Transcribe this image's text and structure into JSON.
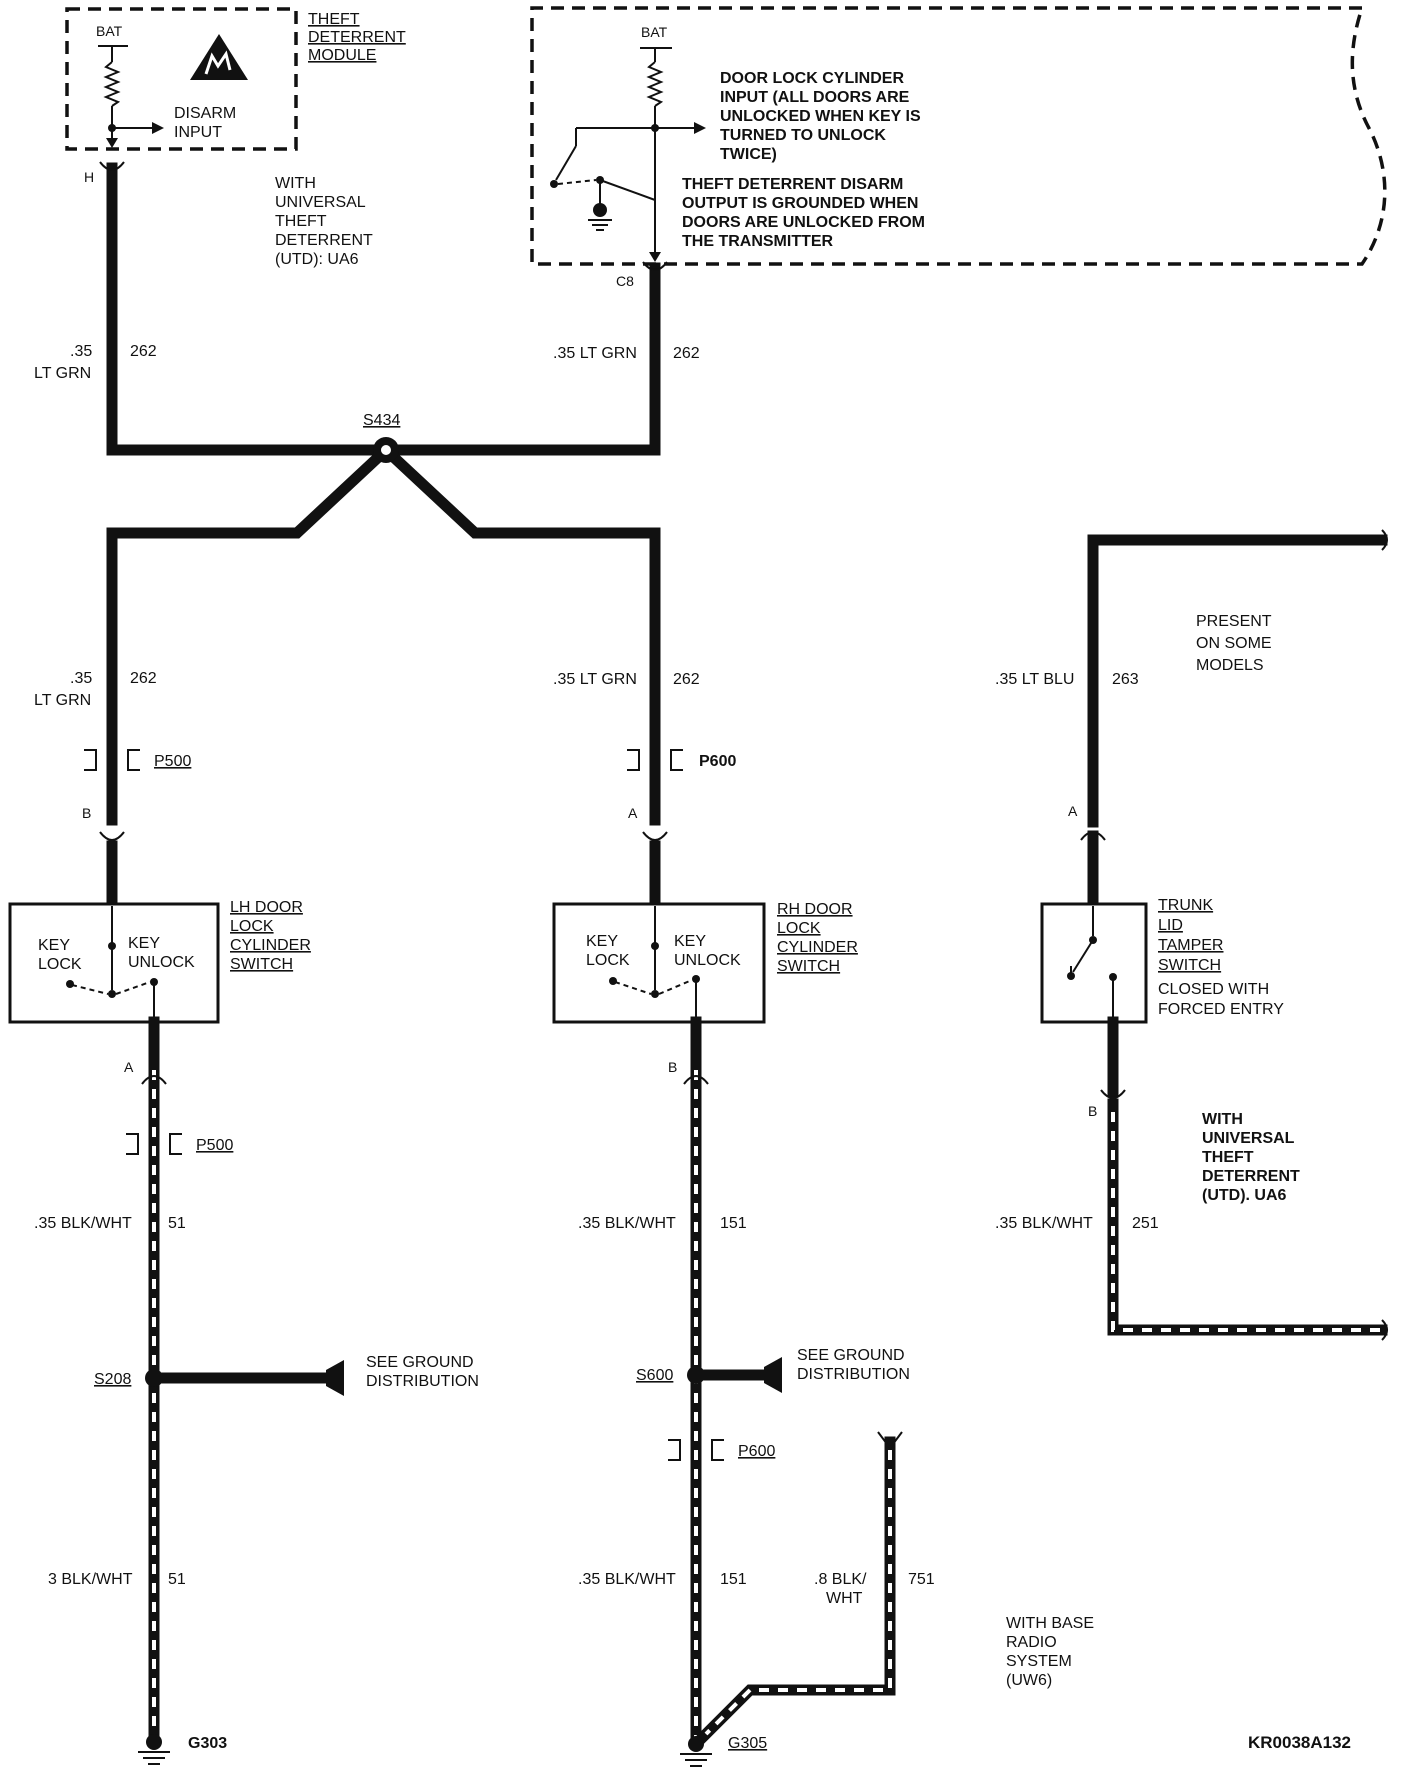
{
  "diagram_id": "KR0038A132",
  "tdm": {
    "bat": "BAT",
    "title_lines": [
      "THEFT",
      "DETERRENT",
      "MODULE"
    ],
    "disarm_lines": [
      "DISARM",
      "INPUT"
    ],
    "pin": "H",
    "note_lines": [
      "WITH",
      "UNIVERSAL",
      "THEFT",
      "DETERRENT",
      "(UTD): UA6"
    ]
  },
  "door_module": {
    "bat": "BAT",
    "input_note_lines": [
      "DOOR LOCK CYLINDER",
      "INPUT (ALL DOORS ARE",
      "UNLOCKED WHEN KEY IS",
      "TURNED TO UNLOCK",
      "TWICE)"
    ],
    "disarm_note_lines": [
      "THEFT DETERRENT DISARM",
      "OUTPUT IS GROUNDED WHEN",
      "DOORS ARE UNLOCKED FROM",
      "THE TRANSMITTER"
    ],
    "pin": "C8"
  },
  "wires": {
    "tdm_size": ".35",
    "tdm_color": "LT GRN",
    "tdm_circuit": "262",
    "door_label": ".35 LT GRN",
    "door_circuit": "262",
    "lh_size": ".35",
    "lh_color": "LT GRN",
    "lh_circuit": "262",
    "rh_label": ".35 LT GRN",
    "rh_circuit": "262",
    "trunk_label": ".35 LT BLU",
    "trunk_circuit": "263",
    "lh_gnd_label": ".35 BLK/WHT",
    "lh_gnd_circuit": "51",
    "lh_gnd2_label": "3 BLK/WHT",
    "lh_gnd2_circuit": "51",
    "rh_gnd_label": ".35 BLK/WHT",
    "rh_gnd_circuit": "151",
    "rh_gnd2_label": ".35 BLK/WHT",
    "rh_gnd2_circuit": "151",
    "radio_label_lines": [
      ".8 BLK/",
      "WHT"
    ],
    "radio_circuit": "751",
    "trunk_gnd_label": ".35 BLK/WHT",
    "trunk_gnd_circuit": "251"
  },
  "splices": {
    "main": "S434",
    "lh": "S208",
    "rh": "S600"
  },
  "connectors": {
    "lh_top": "P500",
    "lh_top_pin": "B",
    "rh_top": "P600",
    "rh_top_pin": "A",
    "lh_bottom": "P500",
    "lh_bottom_pin": "A",
    "rh_bottom_pin": "B",
    "rh_lower": "P600",
    "trunk_top_pin": "A",
    "trunk_bottom_pin": "B"
  },
  "lh_switch": {
    "key_lock_lines": [
      "KEY",
      "LOCK"
    ],
    "key_unlock_lines": [
      "KEY",
      "UNLOCK"
    ],
    "title_lines": [
      "LH DOOR",
      "LOCK",
      "CYLINDER",
      "SWITCH"
    ]
  },
  "rh_switch": {
    "key_lock_lines": [
      "KEY",
      "LOCK"
    ],
    "key_unlock_lines": [
      "KEY",
      "UNLOCK"
    ],
    "title_lines": [
      "RH DOOR",
      "LOCK",
      "CYLINDER",
      "SWITCH"
    ]
  },
  "trunk_switch": {
    "title_lines": [
      "TRUNK",
      "LID",
      "TAMPER",
      "SWITCH"
    ],
    "note_lines": [
      "CLOSED WITH",
      "FORCED ENTRY"
    ]
  },
  "notes": {
    "present_lines": [
      "PRESENT",
      "ON SOME",
      "MODELS"
    ],
    "utd_lines": [
      "WITH",
      "UNIVERSAL",
      "THEFT",
      "DETERRENT",
      "(UTD). UA6"
    ],
    "see_ground_lines": [
      "SEE GROUND",
      "DISTRIBUTION"
    ],
    "radio_lines": [
      "WITH BASE",
      "RADIO",
      "SYSTEM",
      "(UW6)"
    ]
  },
  "grounds": {
    "lh": "G303",
    "rh": "G305"
  }
}
